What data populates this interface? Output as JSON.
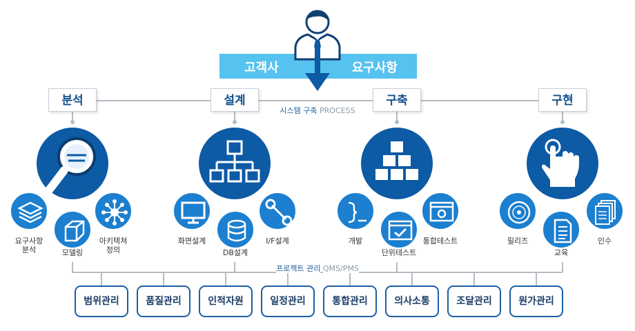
{
  "banner": {
    "left": "고객사",
    "right": "요구사항"
  },
  "process": {
    "main": "시스템 구축",
    "sub": "PROCESS"
  },
  "phases": [
    "분석",
    "설계",
    "구축",
    "구현"
  ],
  "analysis": {
    "items": [
      "요구사항\n분석",
      "모델링",
      "아키텍쳐\n정의"
    ]
  },
  "design": {
    "items": [
      "화면설계",
      "DB설계",
      "I/F설계"
    ]
  },
  "build": {
    "items": [
      "개발",
      "단위테스트",
      "통합테스트"
    ]
  },
  "implement": {
    "items": [
      "릴리즈",
      "교육",
      "인수"
    ]
  },
  "project_mgmt": {
    "main": "프로젝트 관리",
    "sub": "QMS/PMS"
  },
  "mgmt_items": [
    "범위관리",
    "품질관리",
    "인적자원",
    "일정관리",
    "통합관리",
    "의사소통",
    "조달관리",
    "원가관리"
  ],
  "colors": {
    "dark_blue": "#0d5aa5",
    "mid_blue": "#1c7fcf",
    "banner": "#56c2f0",
    "line": "#b5bcc3"
  },
  "icons": [
    "person-icon",
    "magnifier-icon",
    "layers-icon",
    "cube-icon",
    "network-icon",
    "org-chart-icon",
    "monitor-icon",
    "database-icon",
    "interface-icon",
    "blocks-icon",
    "code-icon",
    "checklist-icon",
    "window-icon",
    "hand-pointer-icon",
    "disc-icon",
    "document-icon",
    "files-icon"
  ]
}
